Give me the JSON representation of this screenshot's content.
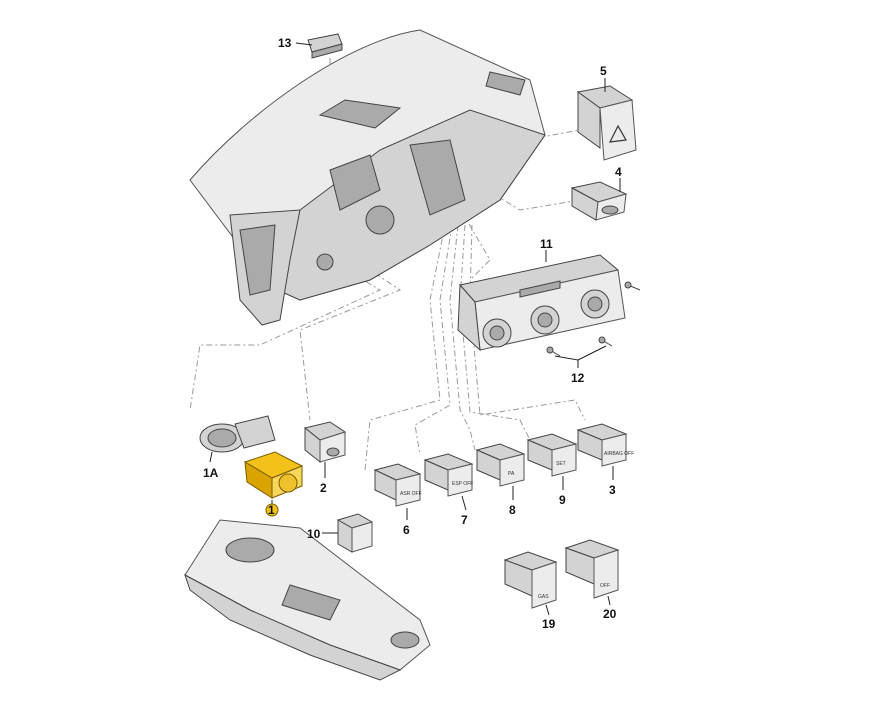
{
  "callouts": {
    "c13": "13",
    "c5": "5",
    "c4": "4",
    "c11": "11",
    "c12": "12",
    "c1A": "1A",
    "c1": "1",
    "c2": "2",
    "c10": "10",
    "c6": "6",
    "c7": "7",
    "c8": "8",
    "c9": "9",
    "c3": "3",
    "c19": "19",
    "c20": "20"
  },
  "switch_labels": {
    "s6": "ASR OFF",
    "s7": "ESP OFF",
    "s8": "PA",
    "s9": "SET",
    "s3": "AIRBAG OFF",
    "s19": "GAS",
    "s20": "OFF"
  },
  "colors": {
    "highlight_part": "#f2c21b",
    "callout_dot": "#f2c21b",
    "part_gray": "#d3d3d3",
    "dash_line": "#9a9a9a"
  }
}
